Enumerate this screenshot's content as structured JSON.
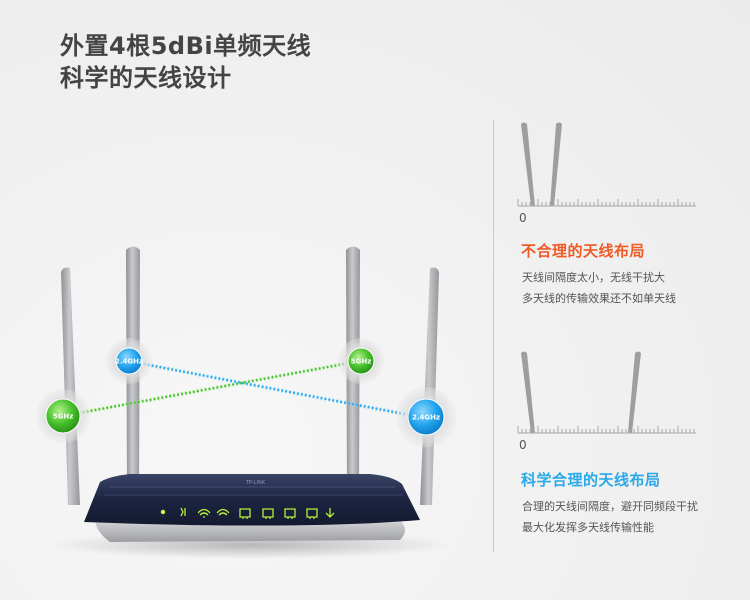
{
  "headline": {
    "line1": "外置4根5dBi单频天线",
    "line2": "科学的天线设计"
  },
  "router": {
    "brand": "TP-LINK",
    "bands": [
      {
        "label": "2.4GHz",
        "color": "#29a9e9"
      },
      {
        "label": "5GHz",
        "color": "#46c12e"
      },
      {
        "label": "5GHz",
        "color": "#46c12e"
      },
      {
        "label": "2.4GHz",
        "color": "#29a9e9"
      }
    ]
  },
  "layouts": {
    "bad": {
      "title": "不合理的天线布局",
      "desc_line1": "天线间隔度太小，无线干扰大",
      "desc_line2": "多天线的传输效果还不如单天线",
      "ruler_zero": "0",
      "title_color": "#f05a24"
    },
    "good": {
      "title": "科学合理的天线布局",
      "desc_line1": "合理的天线间隔度，避开同频段干扰",
      "desc_line2": "最大化发挥多天线传输性能",
      "ruler_zero": "0",
      "title_color": "#29a9e9"
    }
  },
  "colors": {
    "headline": "#444444",
    "band_24": "#29a9e9",
    "band_5": "#46c12e",
    "router_body": "#1f2744",
    "antenna": "#a9aaae"
  }
}
